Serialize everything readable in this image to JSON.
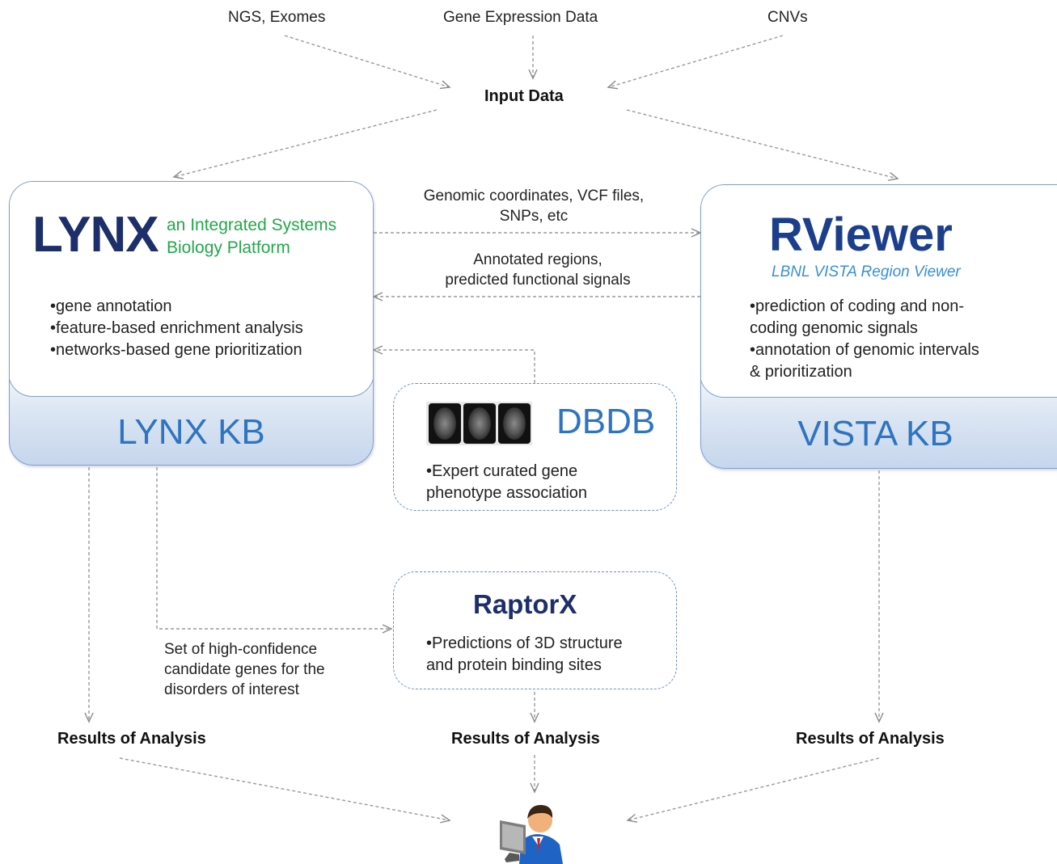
{
  "inputs": {
    "ngs": "NGS, Exomes",
    "gene_expression": "Gene Expression Data",
    "cnvs": "CNVs",
    "input_data": "Input Data"
  },
  "lynx": {
    "logo": "LYNX",
    "subtitle_1": "an Integrated Systems",
    "subtitle_2": "Biology Platform",
    "bullets": [
      "gene annotation",
      "feature-based enrichment analysis",
      "networks-based gene prioritization"
    ],
    "kb_label": "LYNX KB"
  },
  "rviewer": {
    "logo": "RViewer",
    "subtitle": "LBNL VISTA Region Viewer",
    "bullets": [
      "prediction of coding and non-\ncoding genomic signals",
      "annotation of genomic intervals\n& prioritization"
    ],
    "kb_label": "VISTA KB"
  },
  "links": {
    "to_rviewer_1": "Genomic coordinates, VCF files,",
    "to_rviewer_2": "SNPs, etc",
    "to_lynx_1": "Annotated regions,",
    "to_lynx_2": "predicted functional signals",
    "candidates_1": "Set of high-confidence",
    "candidates_2": "candidate genes for the",
    "candidates_3": "disorders of interest"
  },
  "dbdb": {
    "logo": "DBDB",
    "text_1": "•Expert curated gene",
    "text_2": "phenotype association"
  },
  "raptorx": {
    "logo": "RaptorX",
    "text_1": "•Predictions of 3D structure",
    "text_2": "and protein binding  sites"
  },
  "results": {
    "left": "Results of Analysis",
    "center": "Results of Analysis",
    "right": "Results of Analysis"
  },
  "icons": {
    "brain_scan": "brain-mri-image",
    "user": "user-at-computer-icon"
  },
  "colors": {
    "box_border": "#7f9fcf",
    "kb_text": "#2e74c0",
    "lynx_green": "#22a84a",
    "logo_navy": "#1d2f6b"
  }
}
